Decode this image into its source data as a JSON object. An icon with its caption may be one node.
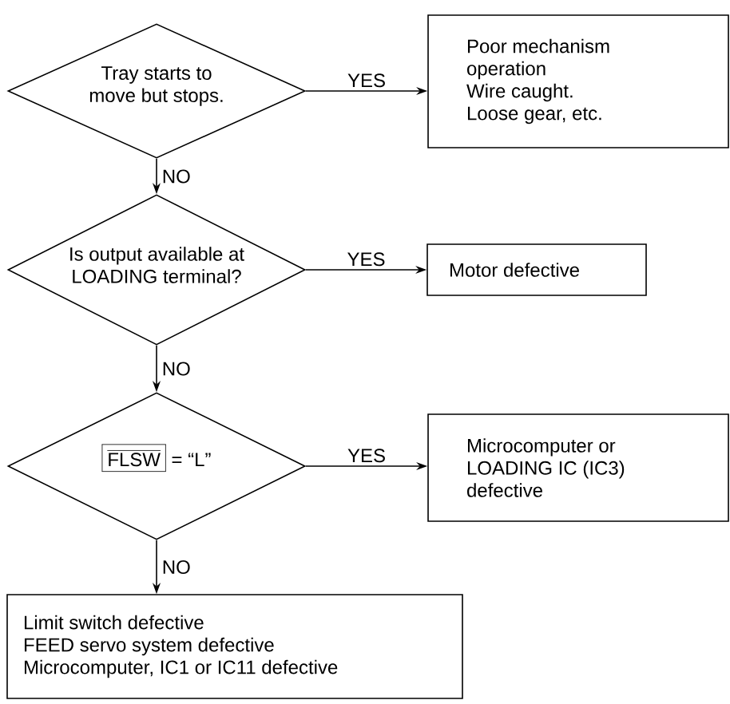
{
  "diagram": {
    "nodes": [
      {
        "text": [
          "Tray starts to move but stops."
        ]
      },
      {
        "text": [
          "Poor mechanism operation",
          "Wire caught.",
          "Loose gear, etc."
        ]
      },
      {
        "text": [
          "Is output available at LOADING terminal?"
        ]
      },
      {
        "text": [
          "Motor defective"
        ]
      },
      {
        "text": [
          "FLSW",
          "= “L”"
        ]
      },
      {
        "text": [
          "Microcomputer or LOADING IC (IC3) defective"
        ]
      },
      {
        "text": [
          "Limit switch defective",
          "FEED servo system defective",
          "Microcomputer, IC1 or IC11 defective"
        ]
      }
    ],
    "edges": [
      {
        "from": 0,
        "to": 1,
        "arrow": "to",
        "label": "YES"
      },
      {
        "from": 0,
        "to": 2,
        "arrow": "to",
        "label": "NO"
      },
      {
        "from": 2,
        "to": 3,
        "arrow": "to",
        "label": "YES"
      },
      {
        "from": 2,
        "to": 4,
        "arrow": "to",
        "label": "NO"
      },
      {
        "from": 4,
        "to": 5,
        "arrow": "to",
        "label": "YES"
      },
      {
        "from": 4,
        "to": 6,
        "arrow": "to",
        "label": "NO"
      }
    ]
  }
}
